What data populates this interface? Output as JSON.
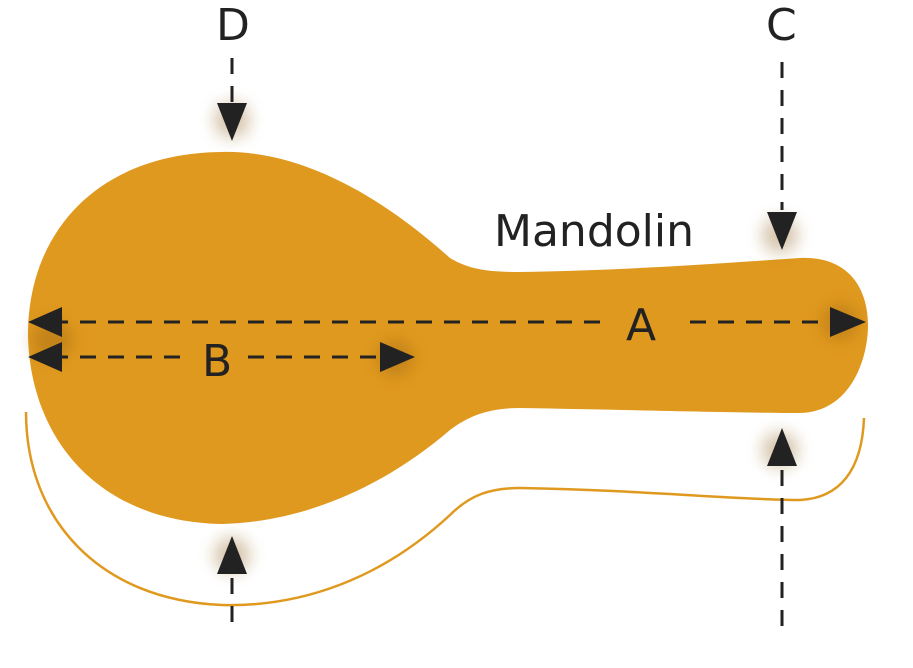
{
  "diagram": {
    "instrument_name": "Mandolin",
    "labels": {
      "a": "A",
      "b": "B",
      "c": "C",
      "d": "D"
    },
    "colors": {
      "body": "#E0991F",
      "outline": "#E0991F",
      "arrows": "#222222"
    }
  }
}
